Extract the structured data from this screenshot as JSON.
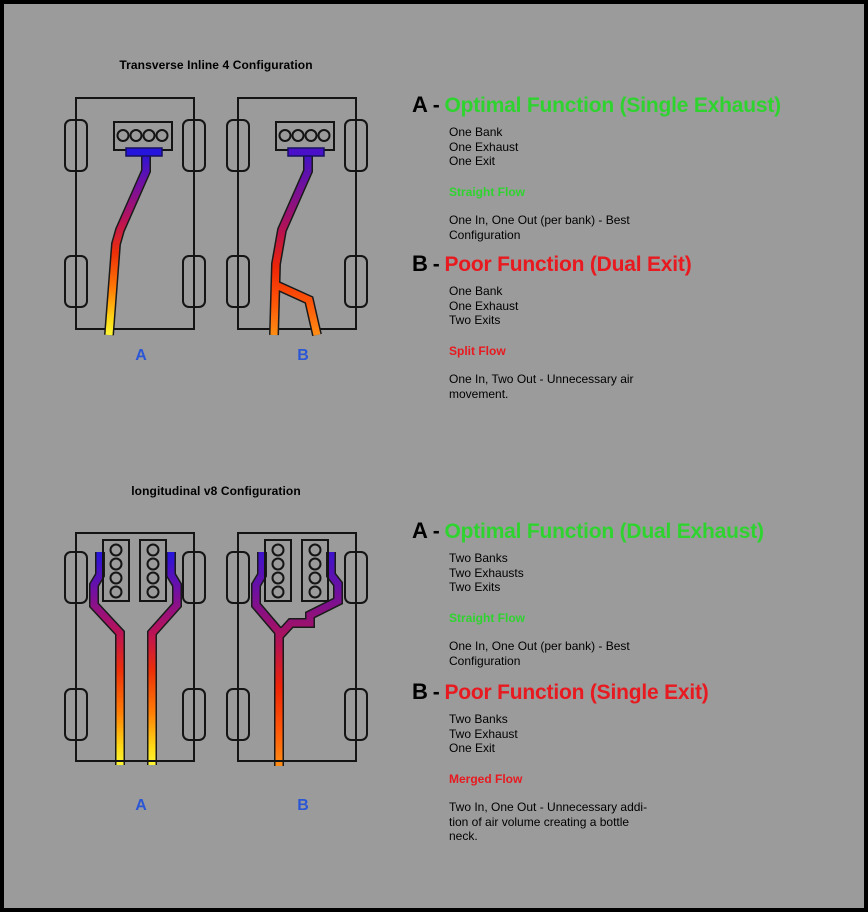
{
  "colors": {
    "bg": "#9b9b9b",
    "ink": "#000000",
    "outline": "#141414",
    "green": "#2fd32f",
    "red": "#e8191f",
    "blue": "#2b57d6",
    "manifoldA": "#2414dc",
    "manifoldB": "#4a10c9"
  },
  "pipe_gradients": {
    "to_yellow": [
      "#2414dc",
      "#6e10a6",
      "#bb1256",
      "#ec2e09",
      "#ff7c05",
      "#ffdd16",
      "#fff537"
    ],
    "to_orange": [
      "#3c12cc",
      "#73109b",
      "#b8124f",
      "#ee2406",
      "#ff5a08",
      "#ff8d14"
    ]
  },
  "sections": [
    {
      "title": "Transverse Inline 4 Configuration",
      "labels": {
        "a": "A",
        "b": "B"
      },
      "entries": [
        {
          "letter": "A",
          "dash": "-",
          "heading": "Optimal Function (Single Exhaust)",
          "specs": [
            "One Bank",
            "One Exhaust",
            "One Exit"
          ],
          "flow": "Straight Flow",
          "note": "One In, One Out (per bank) - Best\nConfiguration"
        },
        {
          "letter": "B",
          "dash": "-",
          "heading": "Poor Function (Dual Exit)",
          "specs": [
            "One Bank",
            "One Exhaust",
            "Two Exits"
          ],
          "flow": "Split Flow",
          "note": "One In, Two Out  - Unnecessary air\nmovement."
        }
      ]
    },
    {
      "title": "longitudinal v8 Configuration",
      "labels": {
        "a": "A",
        "b": "B"
      },
      "entries": [
        {
          "letter": "A",
          "dash": "-",
          "heading": "Optimal Function (Dual Exhaust)",
          "specs": [
            "Two Banks",
            "Two Exhausts",
            "Two Exits"
          ],
          "flow": "Straight Flow",
          "note": "One In, One Out (per bank) - Best\nConfiguration"
        },
        {
          "letter": "B",
          "dash": "-",
          "heading": "Poor Function (Single Exit)",
          "specs": [
            "Two Banks",
            "Two Exhaust",
            "One Exit"
          ],
          "flow": "Merged Flow",
          "note": "Two In, One Out  - Unnecessary addi-\ntion of air volume creating a bottle\nneck."
        }
      ]
    }
  ]
}
